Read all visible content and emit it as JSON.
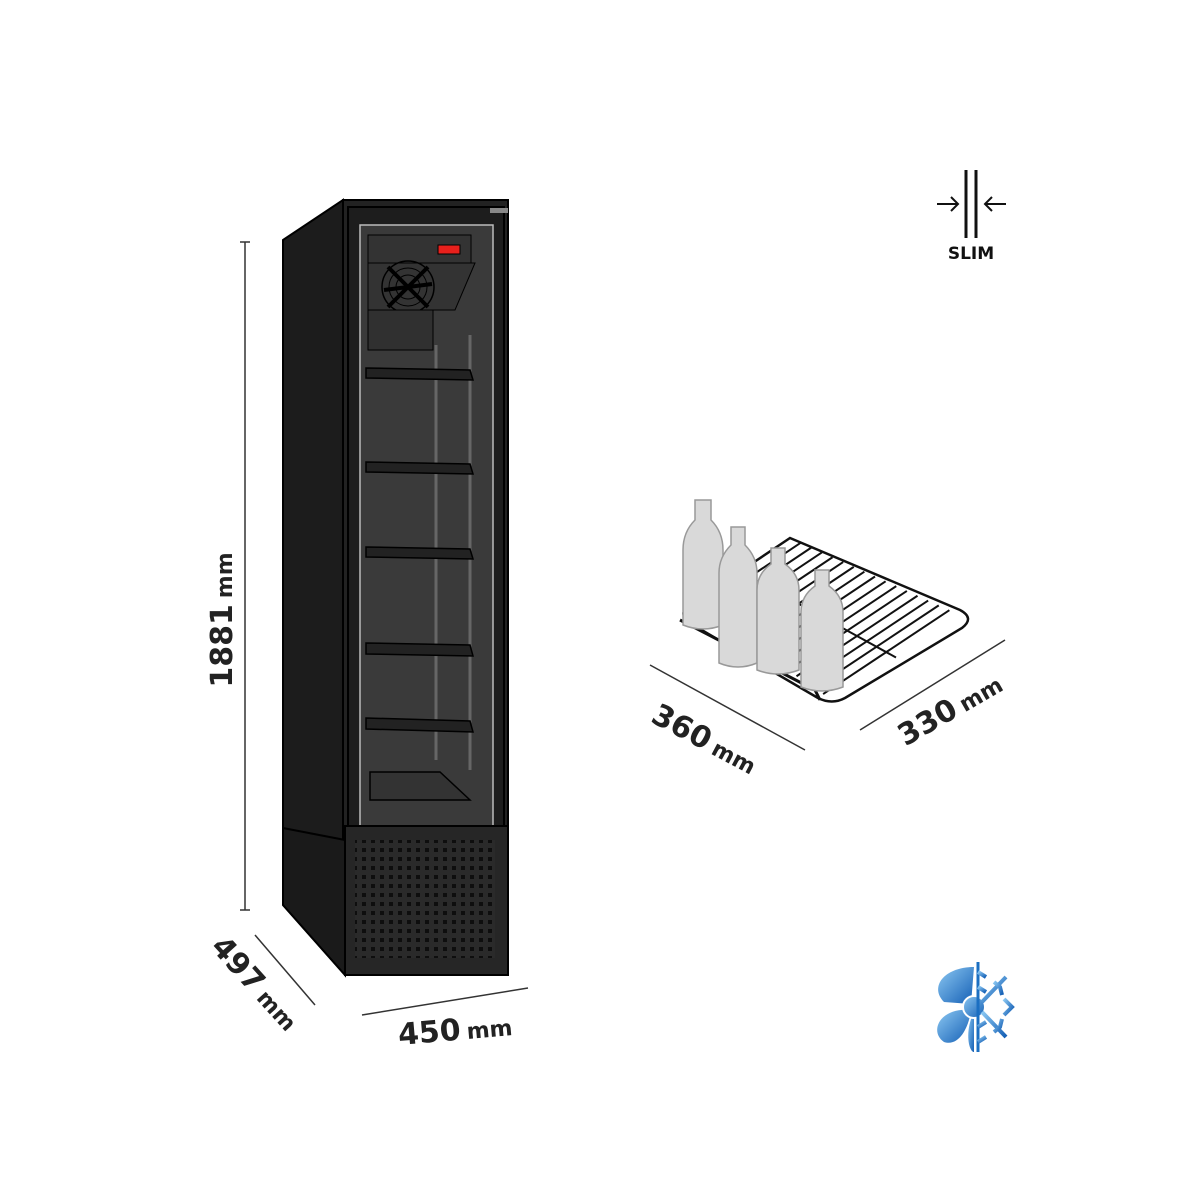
{
  "dimensions": {
    "height": {
      "value": "1881",
      "unit": "mm"
    },
    "depth": {
      "value": "497",
      "unit": "mm"
    },
    "width": {
      "value": "450",
      "unit": "mm"
    },
    "shelf_width": {
      "value": "360",
      "unit": "mm"
    },
    "shelf_depth": {
      "value": "330",
      "unit": "mm"
    }
  },
  "badges": {
    "slim": {
      "label": "SLIM",
      "icon": "slim-arrows-icon"
    },
    "cooling": {
      "icon": "fan-snowflake-icon",
      "colors": [
        "#1b6fc2",
        "#7fc0ee"
      ]
    }
  },
  "colors": {
    "fridge": "#2b2b2b",
    "display": "#e8201c",
    "bottle": "#d9d9d9"
  }
}
